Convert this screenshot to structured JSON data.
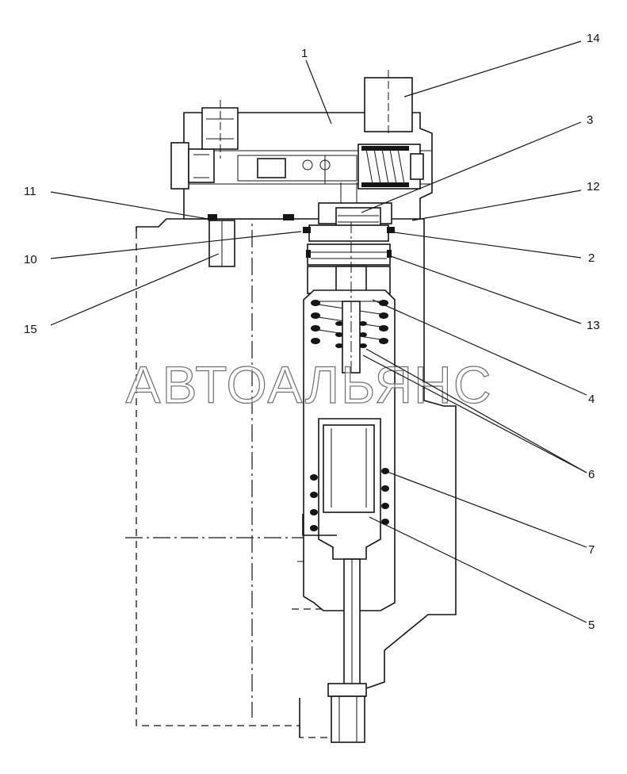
{
  "watermark": "АВТОАЛЬЯНС",
  "callouts": {
    "c1": "1",
    "c2": "2",
    "c3": "3",
    "c4": "4",
    "c5": "5",
    "c6": "6",
    "c7": "7",
    "c10": "10",
    "c11": "11",
    "c12": "12",
    "c13": "13",
    "c14": "14",
    "c15": "15"
  }
}
